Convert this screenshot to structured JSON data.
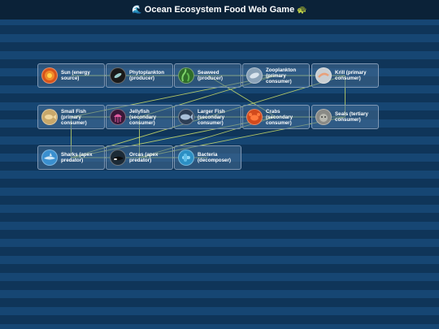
{
  "header": {
    "title": "Ocean Ecosystem Food Web Game",
    "left_emoji": "🌊",
    "right_emoji": "🐢"
  },
  "nodes": [
    {
      "id": "sun",
      "label": "Sun (energy source)",
      "icon": "sun-icon",
      "color": "#d8541a"
    },
    {
      "id": "phytoplankton",
      "label": "Phytoplankton (producer)",
      "icon": "phytoplankton-icon",
      "color": "#1a1a1a"
    },
    {
      "id": "seaweed",
      "label": "Seaweed (producer)",
      "icon": "seaweed-icon",
      "color": "#2f6d2a"
    },
    {
      "id": "zooplankton",
      "label": "Zooplankton (primary consumer)",
      "icon": "zooplankton-icon",
      "color": "#8aa2b8"
    },
    {
      "id": "krill",
      "label": "Krill (primary consumer)",
      "icon": "krill-icon",
      "color": "#c9ced2"
    },
    {
      "id": "small-fish",
      "label": "Small Fish (primary consumer)",
      "icon": "small-fish-icon",
      "color": "#c9a86a"
    },
    {
      "id": "jellyfish",
      "label": "Jellyfish (secondary consumer)",
      "icon": "jellyfish-icon",
      "color": "#3a1838"
    },
    {
      "id": "larger-fish",
      "label": "Larger Fish (secondary consumer)",
      "icon": "larger-fish-icon",
      "color": "#2d3f56"
    },
    {
      "id": "crabs",
      "label": "Crabs (secondary consumer)",
      "icon": "crab-icon",
      "color": "#d24a1c"
    },
    {
      "id": "seals",
      "label": "Seals (tertiary consumer)",
      "icon": "seal-icon",
      "color": "#8a8a86"
    },
    {
      "id": "sharks",
      "label": "Sharks (apex predator)",
      "icon": "shark-icon",
      "color": "#3a8fcf"
    },
    {
      "id": "orcas",
      "label": "Orcas (apex predator)",
      "icon": "orca-icon",
      "color": "#1c2a36"
    },
    {
      "id": "bacteria",
      "label": "Bacteria (decomposer)",
      "icon": "bacteria-icon",
      "color": "#2c8fc4"
    }
  ],
  "links": [
    [
      "sun",
      "phytoplankton"
    ],
    [
      "sun",
      "seaweed"
    ],
    [
      "phytoplankton",
      "zooplankton"
    ],
    [
      "phytoplankton",
      "krill"
    ],
    [
      "seaweed",
      "krill"
    ],
    [
      "zooplankton",
      "jellyfish"
    ],
    [
      "zooplankton",
      "small-fish"
    ],
    [
      "krill",
      "seals"
    ],
    [
      "krill",
      "larger-fish"
    ],
    [
      "seaweed",
      "crabs"
    ],
    [
      "small-fish",
      "larger-fish"
    ],
    [
      "small-fish",
      "sharks"
    ],
    [
      "larger-fish",
      "seals"
    ],
    [
      "larger-fish",
      "sharks"
    ],
    [
      "crabs",
      "sharks"
    ],
    [
      "crabs",
      "orcas"
    ],
    [
      "seals",
      "orcas"
    ],
    [
      "jellyfish",
      "orcas"
    ],
    [
      "sharks",
      "orcas"
    ],
    [
      "orcas",
      "bacteria"
    ]
  ],
  "colors": {
    "link": "#cfe06a",
    "node_border": "#7f97b3"
  }
}
